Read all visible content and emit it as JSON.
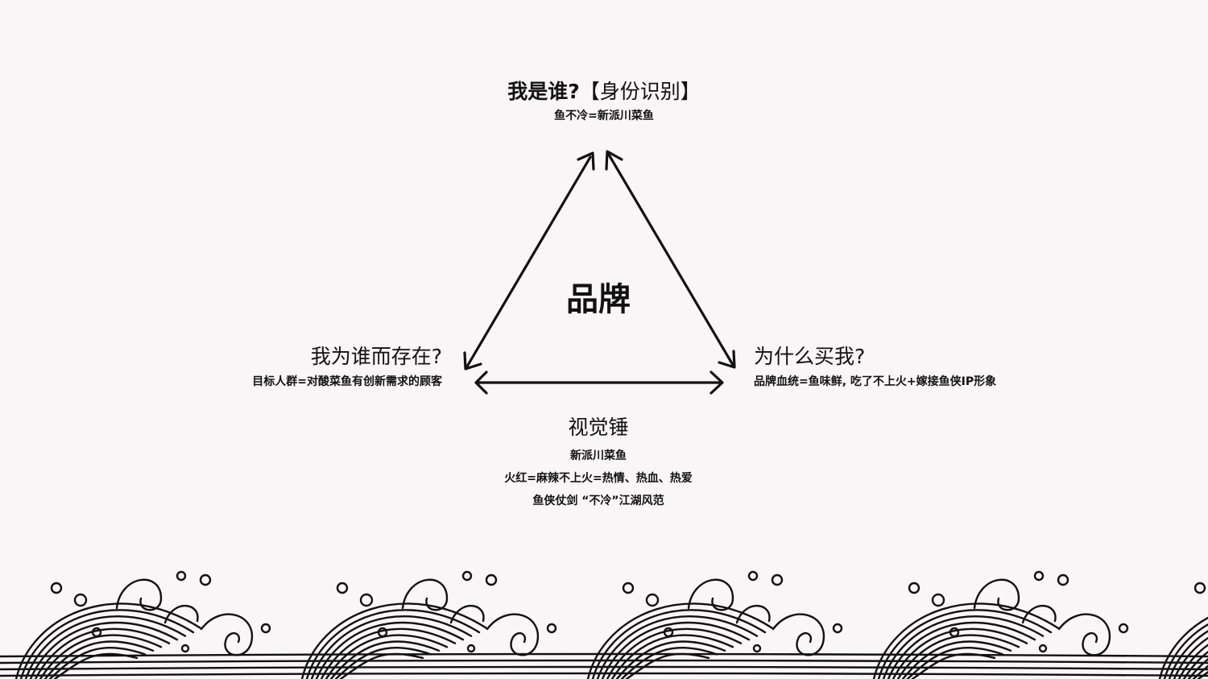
{
  "center": {
    "label": "品牌"
  },
  "top": {
    "title_main": "我是谁?",
    "title_tag": "【身份识别】",
    "subtitle": "鱼不冷=新派川菜鱼"
  },
  "left": {
    "title": "我为谁而存在?",
    "subtitle": "目标人群=对酸菜鱼有创新需求的顾客"
  },
  "right": {
    "title": "为什么买我?",
    "subtitle": "品牌血统=鱼味鲜, 吃了不上火+嫁接鱼侠IP形象"
  },
  "bottom": {
    "title": "视觉锤",
    "lines": [
      "新派川菜鱼",
      "火红=麻辣不上火=热情、热血、热爱",
      "鱼侠仗剑 “不冷”江湖风范"
    ]
  },
  "colors": {
    "background": "#f8f6f7",
    "ink": "#111111"
  },
  "icons": {
    "arrows": "double-headed-arrow-icon",
    "decoration": "ocean-wave-icon"
  }
}
